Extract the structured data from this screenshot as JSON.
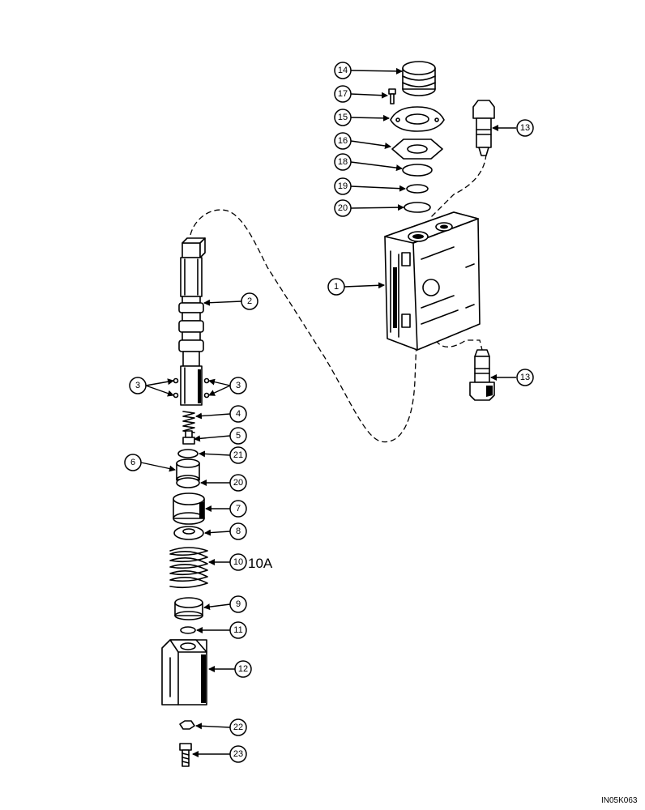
{
  "callouts": {
    "c1": "1",
    "c2": "2",
    "c3a": "3",
    "c3b": "3",
    "c4": "4",
    "c5": "5",
    "c6": "6",
    "c7": "7",
    "c8": "8",
    "c9": "9",
    "c10": "10",
    "c11": "11",
    "c12": "12",
    "c13a": "13",
    "c13b": "13",
    "c14": "14",
    "c15": "15",
    "c16": "16",
    "c17": "17",
    "c18": "18",
    "c19": "19",
    "c20a": "20",
    "c20b": "20",
    "c21": "21",
    "c22": "22",
    "c23": "23"
  },
  "label_10a": "10A",
  "figure_id": "IN05K063"
}
